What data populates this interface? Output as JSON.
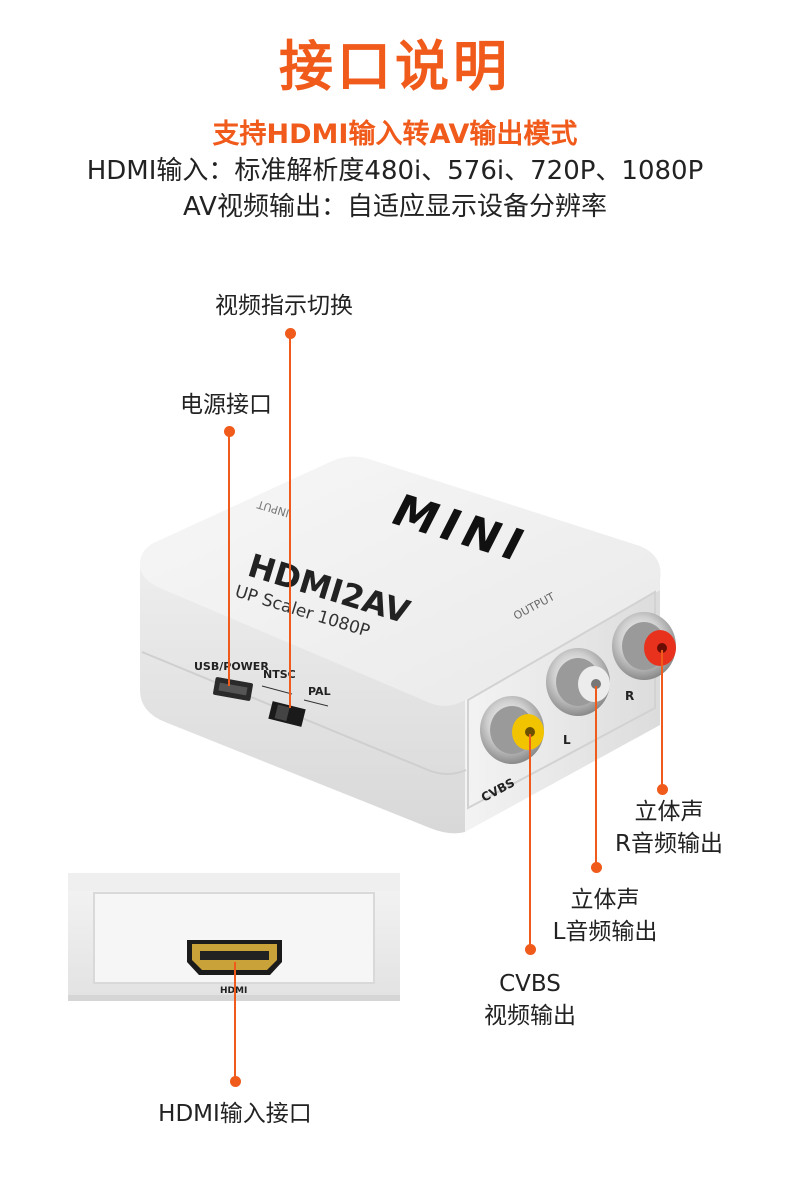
{
  "header": {
    "title": "接口说明",
    "subtitle": "支持HDMI输入转AV输出模式",
    "line1": "HDMI输入：标准解析度480i、576i、720P、1080P",
    "line2": "AV视频输出：自适应显示设备分辨率"
  },
  "callouts": {
    "video_switch": "视频指示切换",
    "power_port": "电源接口",
    "r_audio_line1": "立体声",
    "r_audio_line2": "R音频输出",
    "l_audio_line1": "立体声",
    "l_audio_line2": "L音频输出",
    "cvbs_line1": "CVBS",
    "cvbs_line2": "视频输出",
    "hdmi_input": "HDMI输入接口"
  },
  "device": {
    "brand": "MINI",
    "model": "HDMI2AV",
    "tagline": "UP Scaler 1080P",
    "input_label": "INPUT",
    "output_label": "OUTPUT",
    "usb_label": "USB/POWER",
    "ntsc_label": "NTSC",
    "pal_label": "PAL",
    "cvbs_label": "CVBS",
    "l_label": "L",
    "r_label": "R",
    "hdmi_label": "HDMI"
  },
  "colors": {
    "accent": "#f05a1a",
    "yellow_jack": "#f2c400",
    "white_jack": "#e9e9e9",
    "red_jack": "#e8321e"
  }
}
